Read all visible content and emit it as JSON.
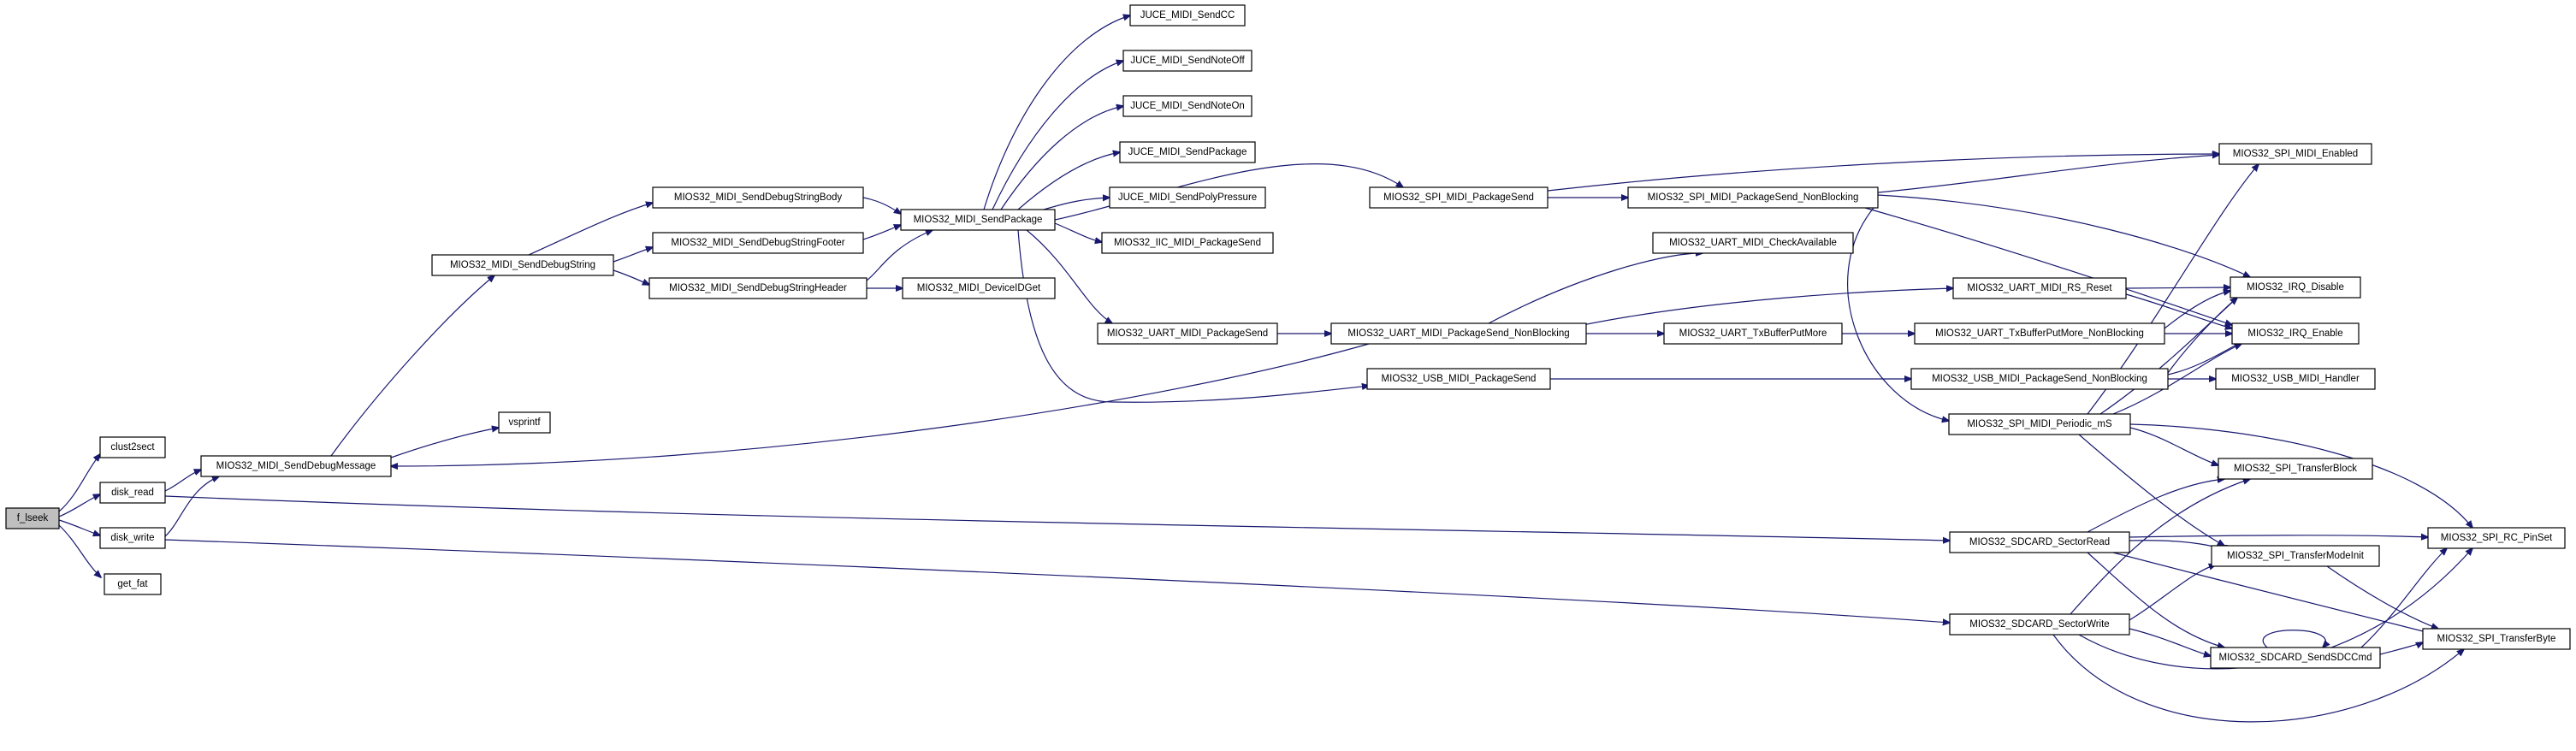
{
  "diagram": {
    "edge_color": "#191970",
    "root_fill": "#bfbfbf",
    "nodes": {
      "f_lseek": "f_lseek",
      "clust2sect": "clust2sect",
      "disk_read": "disk_read",
      "disk_write": "disk_write",
      "get_fat": "get_fat",
      "sendDebugMessage": "MIOS32_MIDI_SendDebugMessage",
      "vsprintf": "vsprintf",
      "sendDebugString": "MIOS32_MIDI_SendDebugString",
      "sendDebugStringBody": "MIOS32_MIDI_SendDebugStringBody",
      "sendDebugStringFooter": "MIOS32_MIDI_SendDebugStringFooter",
      "sendDebugStringHeader": "MIOS32_MIDI_SendDebugStringHeader",
      "deviceIDGet": "MIOS32_MIDI_DeviceIDGet",
      "sendPackage": "MIOS32_MIDI_SendPackage",
      "juceSendCC": "JUCE_MIDI_SendCC",
      "juceSendNoteOff": "JUCE_MIDI_SendNoteOff",
      "juceSendNoteOn": "JUCE_MIDI_SendNoteOn",
      "juceSendPackage": "JUCE_MIDI_SendPackage",
      "juceSendPolyPressure": "JUCE_MIDI_SendPolyPressure",
      "iicPackageSend": "MIOS32_IIC_MIDI_PackageSend",
      "uartPackageSend": "MIOS32_UART_MIDI_PackageSend",
      "uartPackageSendNB": "MIOS32_UART_MIDI_PackageSend_NonBlocking",
      "uartCheckAvailable": "MIOS32_UART_MIDI_CheckAvailable",
      "uartTxBufferPutMore": "MIOS32_UART_TxBufferPutMore",
      "uartTxBufferPutMoreNB": "MIOS32_UART_TxBufferPutMore_NonBlocking",
      "uartRSReset": "MIOS32_UART_MIDI_RS_Reset",
      "spiPackageSend": "MIOS32_SPI_MIDI_PackageSend",
      "spiPackageSendNB": "MIOS32_SPI_MIDI_PackageSend_NonBlocking",
      "spiEnabled": "MIOS32_SPI_MIDI_Enabled",
      "usbPackageSend": "MIOS32_USB_MIDI_PackageSend",
      "usbPackageSendNB": "MIOS32_USB_MIDI_PackageSend_NonBlocking",
      "usbHandler": "MIOS32_USB_MIDI_Handler",
      "spiPeriodic": "MIOS32_SPI_MIDI_Periodic_mS",
      "irqDisable": "MIOS32_IRQ_Disable",
      "irqEnable": "MIOS32_IRQ_Enable",
      "spiTransferBlock": "MIOS32_SPI_TransferBlock",
      "spiTransferModeInit": "MIOS32_SPI_TransferModeInit",
      "spiRCPinSet": "MIOS32_SPI_RC_PinSet",
      "spiTransferByte": "MIOS32_SPI_TransferByte",
      "sdcardSectorRead": "MIOS32_SDCARD_SectorRead",
      "sdcardSectorWrite": "MIOS32_SDCARD_SectorWrite",
      "sdcardSendSDCCmd": "MIOS32_SDCARD_SendSDCCmd"
    }
  }
}
